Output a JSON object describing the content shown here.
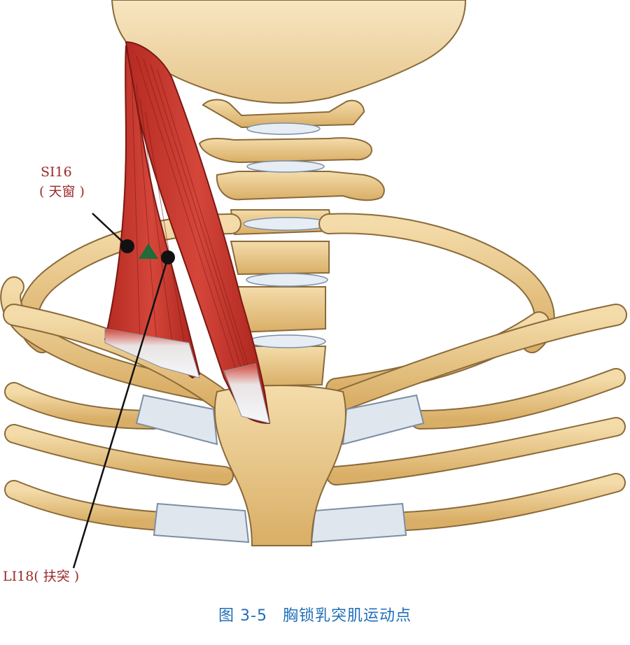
{
  "labels": {
    "si16_code": "SI16",
    "si16_name": "( 天窗 )",
    "li18": "LI18( 扶突 )"
  },
  "caption": {
    "figure_number": "图 3-5",
    "title": "胸锁乳突肌运动点"
  },
  "colors": {
    "bone": "#e9c98a",
    "bone_shadow": "#b98a45",
    "cartilage": "#dfe6ee",
    "muscle": "#c2362c",
    "muscle_dark": "#8e1e18",
    "tendon": "#eef1f5",
    "point": "#111111",
    "triangle": "#1f6b3a",
    "label": "#9b2a2a",
    "caption": "#1f6fb8"
  }
}
